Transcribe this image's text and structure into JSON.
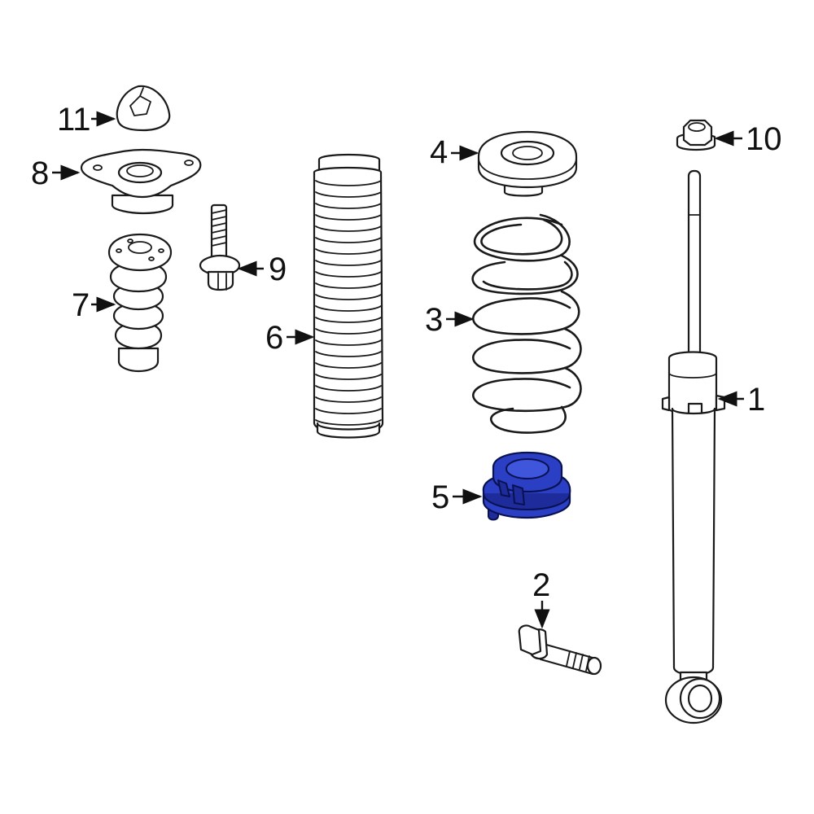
{
  "colors": {
    "line": "#1a1a1a",
    "background": "#ffffff",
    "highlight": "#2b3fc4"
  },
  "callouts": {
    "c1": "1",
    "c2": "2",
    "c3": "3",
    "c4": "4",
    "c5": "5",
    "c6": "6",
    "c7": "7",
    "c8": "8",
    "c9": "9",
    "c10": "10",
    "c11": "11"
  },
  "highlighted_part": "5"
}
